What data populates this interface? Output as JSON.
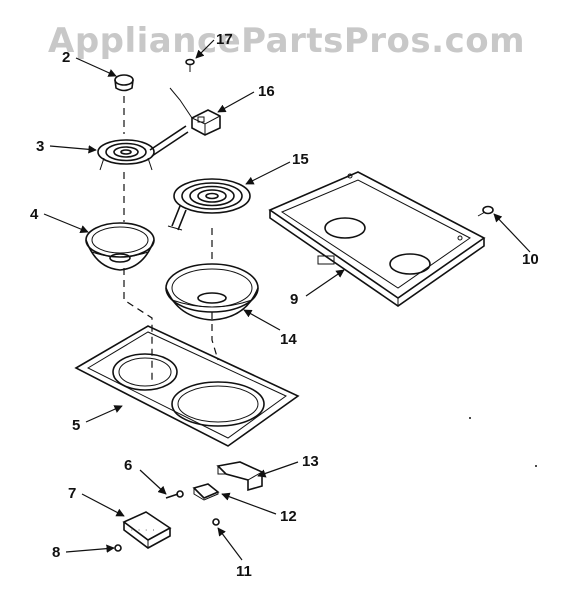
{
  "watermark": "AppliancePartsPros.com",
  "callouts": [
    {
      "id": "2",
      "label": "2"
    },
    {
      "id": "3",
      "label": "3"
    },
    {
      "id": "4",
      "label": "4"
    },
    {
      "id": "5",
      "label": "5"
    },
    {
      "id": "6",
      "label": "6"
    },
    {
      "id": "7",
      "label": "7"
    },
    {
      "id": "8",
      "label": "8"
    },
    {
      "id": "9",
      "label": "9"
    },
    {
      "id": "10",
      "label": "10"
    },
    {
      "id": "11",
      "label": "11"
    },
    {
      "id": "12",
      "label": "12"
    },
    {
      "id": "13",
      "label": "13"
    },
    {
      "id": "14",
      "label": "14"
    },
    {
      "id": "15",
      "label": "15"
    },
    {
      "id": "16",
      "label": "16"
    },
    {
      "id": "17",
      "label": "17"
    }
  ]
}
